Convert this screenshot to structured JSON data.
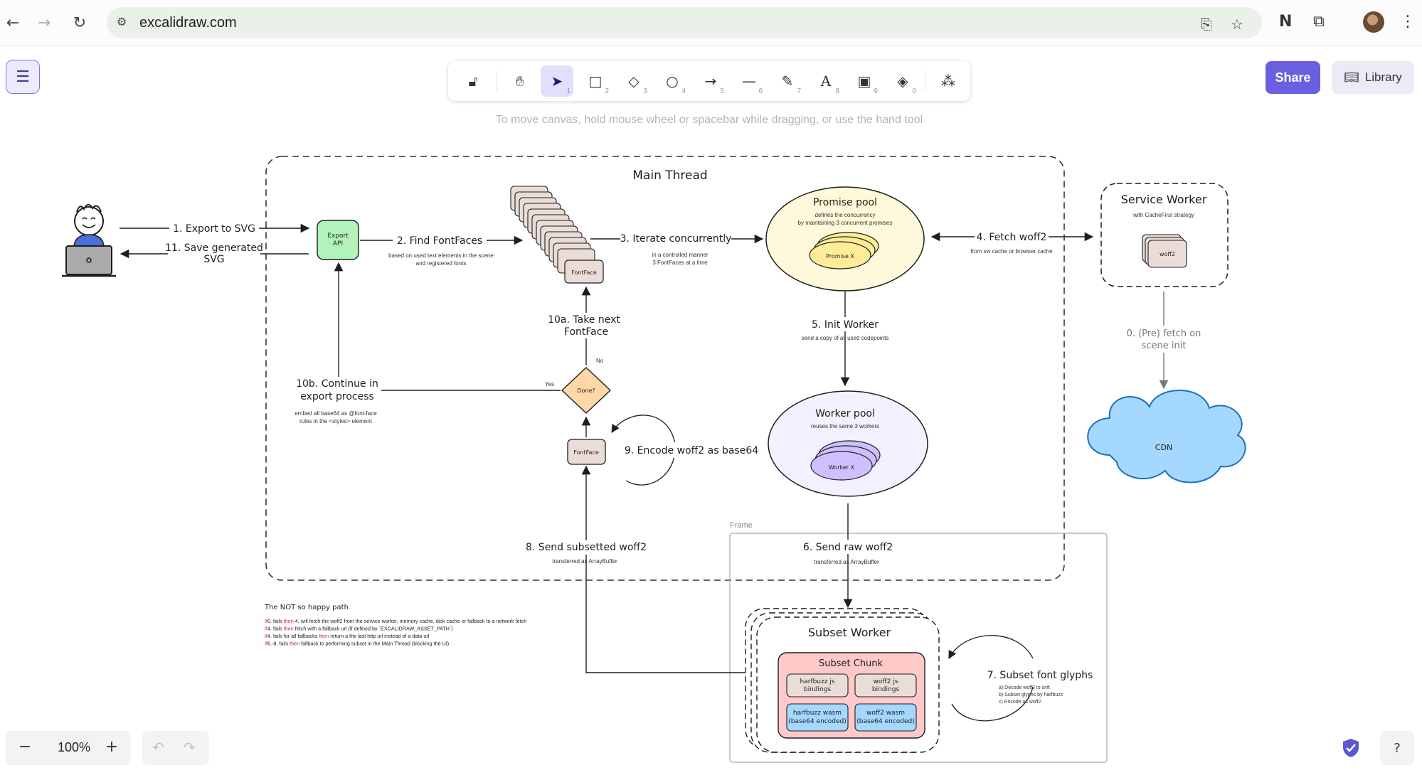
{
  "browser": {
    "url": "excalidraw.com"
  },
  "toolbar": {
    "tools": [
      {
        "name": "lock",
        "key": ""
      },
      {
        "name": "hand",
        "key": ""
      },
      {
        "name": "selection",
        "key": "1"
      },
      {
        "name": "rectangle",
        "key": "2"
      },
      {
        "name": "diamond",
        "key": "3"
      },
      {
        "name": "ellipse",
        "key": "4"
      },
      {
        "name": "arrow",
        "key": "5"
      },
      {
        "name": "line",
        "key": "6"
      },
      {
        "name": "draw",
        "key": "7"
      },
      {
        "name": "text",
        "key": "8"
      },
      {
        "name": "image",
        "key": "9"
      },
      {
        "name": "eraser",
        "key": "0"
      },
      {
        "name": "more-tools",
        "key": ""
      }
    ],
    "hint": "To move canvas, hold mouse wheel or spacebar while dragging, or use the hand tool"
  },
  "header": {
    "share_label": "Share",
    "library_label": "Library"
  },
  "footer": {
    "zoom": "100%",
    "zoom_out": "−",
    "zoom_in": "+"
  },
  "diagram": {
    "main_thread": "Main Thread",
    "step1": "1. Export to SVG",
    "step11_line1": "11. Save generated",
    "step11_line2": "SVG",
    "export_api_line1": "Export",
    "export_api_line2": "API",
    "step2": "2. Find FontFaces",
    "step2_note_line1": "based on used text elements in the scene",
    "step2_note_line2": "and registered fonts",
    "fontface_stack_label": "FontFace",
    "step3": "3. Iterate concurrently",
    "step3_note_line1": "in a controlled manner",
    "step3_note_line2": "3 FontFaces at a time",
    "promise_pool_title": "Promise pool",
    "promise_pool_note_line1": "defines the concurrency",
    "promise_pool_note_line2": "by maintaining 3 concurrent promises",
    "promise_x": "Promise X",
    "step4": "4. Fetch woff2",
    "step4_note": "from sw cache or browser cache",
    "service_worker_title": "Service Worker",
    "service_worker_note": "with CacheFirst strategy",
    "woff2_label": "woff2",
    "step0_line1": "0. (Pre) fetch on",
    "step0_line2": "scene init",
    "cdn_label": "CDN",
    "step10a_line1": "10a. Take next",
    "step10a_line2": "FontFace",
    "no_label": "No",
    "yes_label": "Yes",
    "done_label": "Done?",
    "step10b_line1": "10b. Continue in",
    "step10b_line2": "export process",
    "step10b_note_line1": "embed all base64 as @font-face",
    "step10b_note_line2": "rules in the <styles> element",
    "step5": "5. Init Worker",
    "step5_note": "send a copy of all used codepoints",
    "worker_pool_title": "Worker pool",
    "worker_pool_note": "reuses the same 3 workers",
    "worker_x": "Worker X",
    "fontface_single": "FontFace",
    "step9": "9. Encode woff2 as base64",
    "frame_label": "Frame",
    "step8": "8. Send subsetted woff2",
    "step8_note": "transferred as ArrayBuffer",
    "step6": "6. Send raw woff2",
    "step6_note": "transferred as ArrayBuffer",
    "subset_worker_title": "Subset Worker",
    "subset_chunk_title": "Subset Chunk",
    "hb_bindings_line1": "harfbuzz js",
    "hb_bindings_line2": "bindings",
    "woff2_bindings_line1": "woff2 js",
    "woff2_bindings_line2": "bindings",
    "hb_wasm_line1": "harfbuzz wasm",
    "hb_wasm_line2": "(base64 encoded)",
    "woff2_wasm_line1": "woff2 wasm",
    "woff2_wasm_line2": "(base64 encoded)",
    "step7": "7. Subset font glyphs",
    "step7_note_a": "a) Decode woff2 to snft",
    "step7_note_b": "b) Subset glyphs by harfbuzz",
    "step7_note_c": "c) Encode as woff2",
    "unhappy_title": "The NOT so happy path",
    "unhappy_lines": [
      {
        "tag": "If",
        "pre": "0. fails ",
        "then": "then",
        "post": " 4. will fetch the woff2 from the service worker, memory cache, disk cache or fallback to a network fetch"
      },
      {
        "tag": "If",
        "pre": "4. fails ",
        "then": "then",
        "post": " fetch with a fallback url (if defined by `EXCALIDRAW_ASSET_PATH`)"
      },
      {
        "tag": "If",
        "pre": "4. fails for all fallbacks ",
        "then": "then",
        "post": " return a the last http url instead of a data url"
      },
      {
        "tag": "If",
        "pre": "6.-8. fails ",
        "then": "then",
        "post": " fallback to performing subset in the Main Thread (blocking the UI)"
      }
    ]
  },
  "colors": {
    "accent": "#6a5fe0",
    "export_api_fill": "#b2f2bb",
    "promise_pool_fill": "#fff9db",
    "promise_fill": "#ffec99",
    "worker_pool_fill": "#f3f0ff",
    "worker_fill": "#d0bfff",
    "fontface_fill": "#eaddd7",
    "done_fill": "#ffd8a8",
    "subset_chunk_fill": "#ffc9c9",
    "wasm_fill": "#a5d8ff",
    "cdn_fill": "#a5d8ff"
  }
}
